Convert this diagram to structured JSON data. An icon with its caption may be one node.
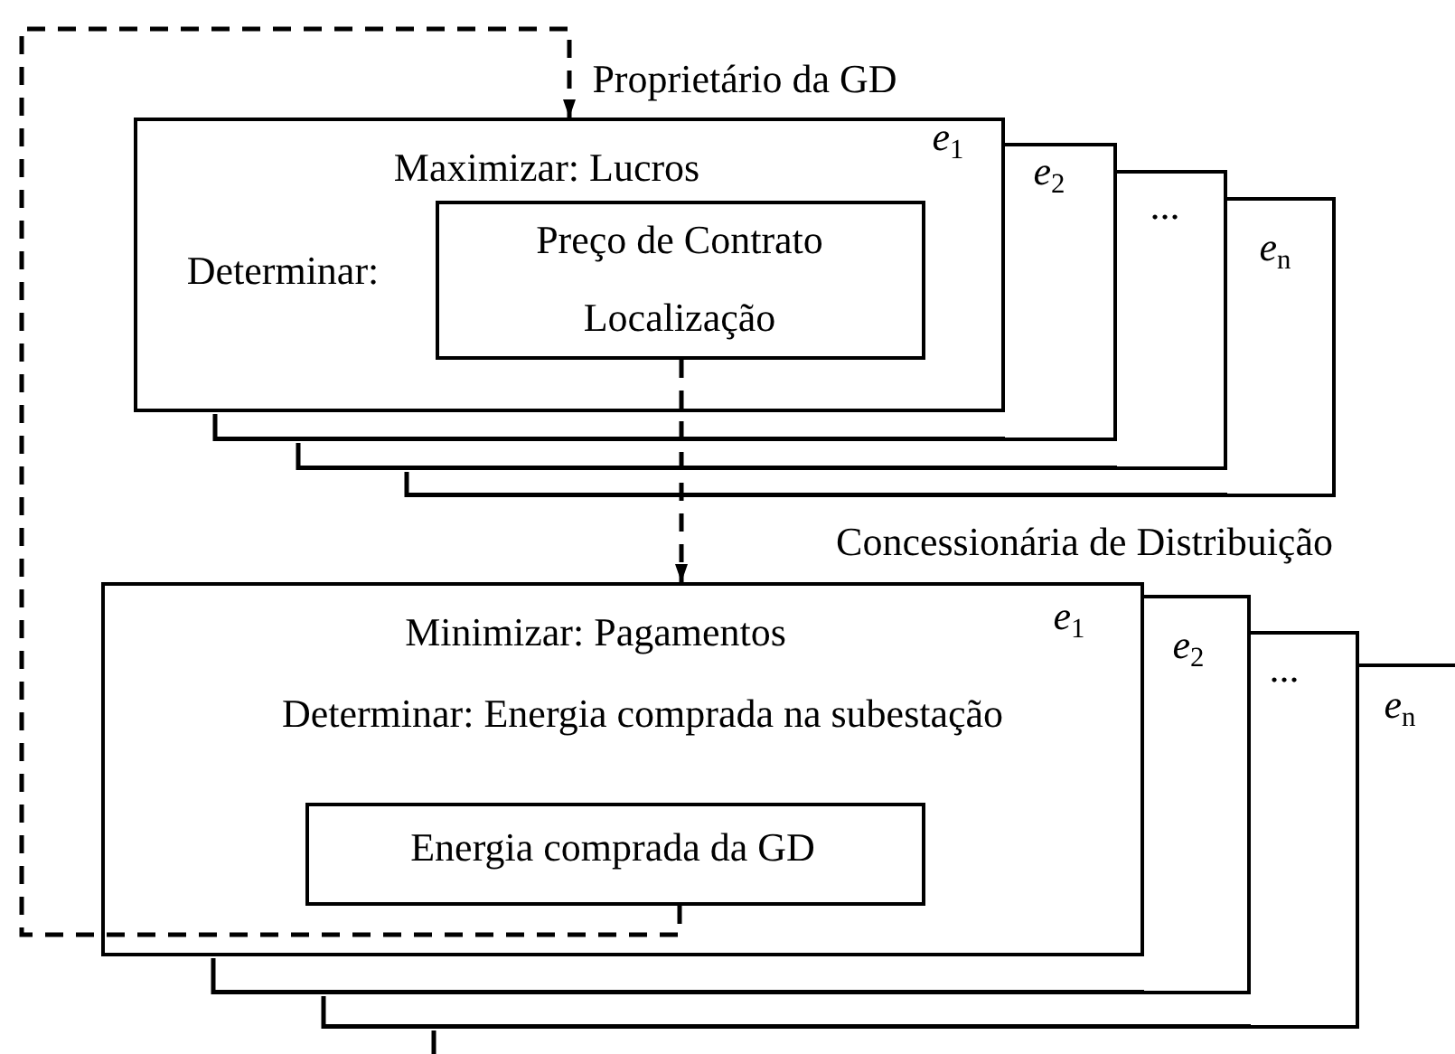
{
  "diagram": {
    "nodes": [
      {
        "text": [
          "Maximizar: Lucros",
          "Determinar:",
          "*e*$_{1}$"
        ]
      },
      {
        "text": [
          "Preço de Contrato",
          "Localização"
        ],
        "in": 0
      },
      {
        "text": [
          "*e*$_{2}$"
        ]
      },
      {
        "text": [
          "..."
        ]
      },
      {
        "text": [
          "*e*$_{n}$"
        ]
      },
      {
        "text": [
          "Minimizar: Pagamentos",
          "Determinar: Energia comprada na subestação",
          "*e*$_{1}$"
        ]
      },
      {
        "text": [
          "Energia comprada da GD"
        ],
        "in": 5
      },
      {
        "text": [
          "*e*$_{2}$"
        ]
      },
      {
        "text": [
          "..."
        ]
      },
      {
        "text": [
          "*e*$_{n}$"
        ]
      }
    ],
    "edges": [
      {
        "from": 6,
        "to": 0,
        "arrow": "to",
        "style": "dashed"
      },
      {
        "from": 1,
        "to": 5,
        "arrow": "to",
        "style": "dashed"
      }
    ],
    "labels": [
      "Proprietário da GD",
      "Concessionária de Distribuição"
    ]
  }
}
